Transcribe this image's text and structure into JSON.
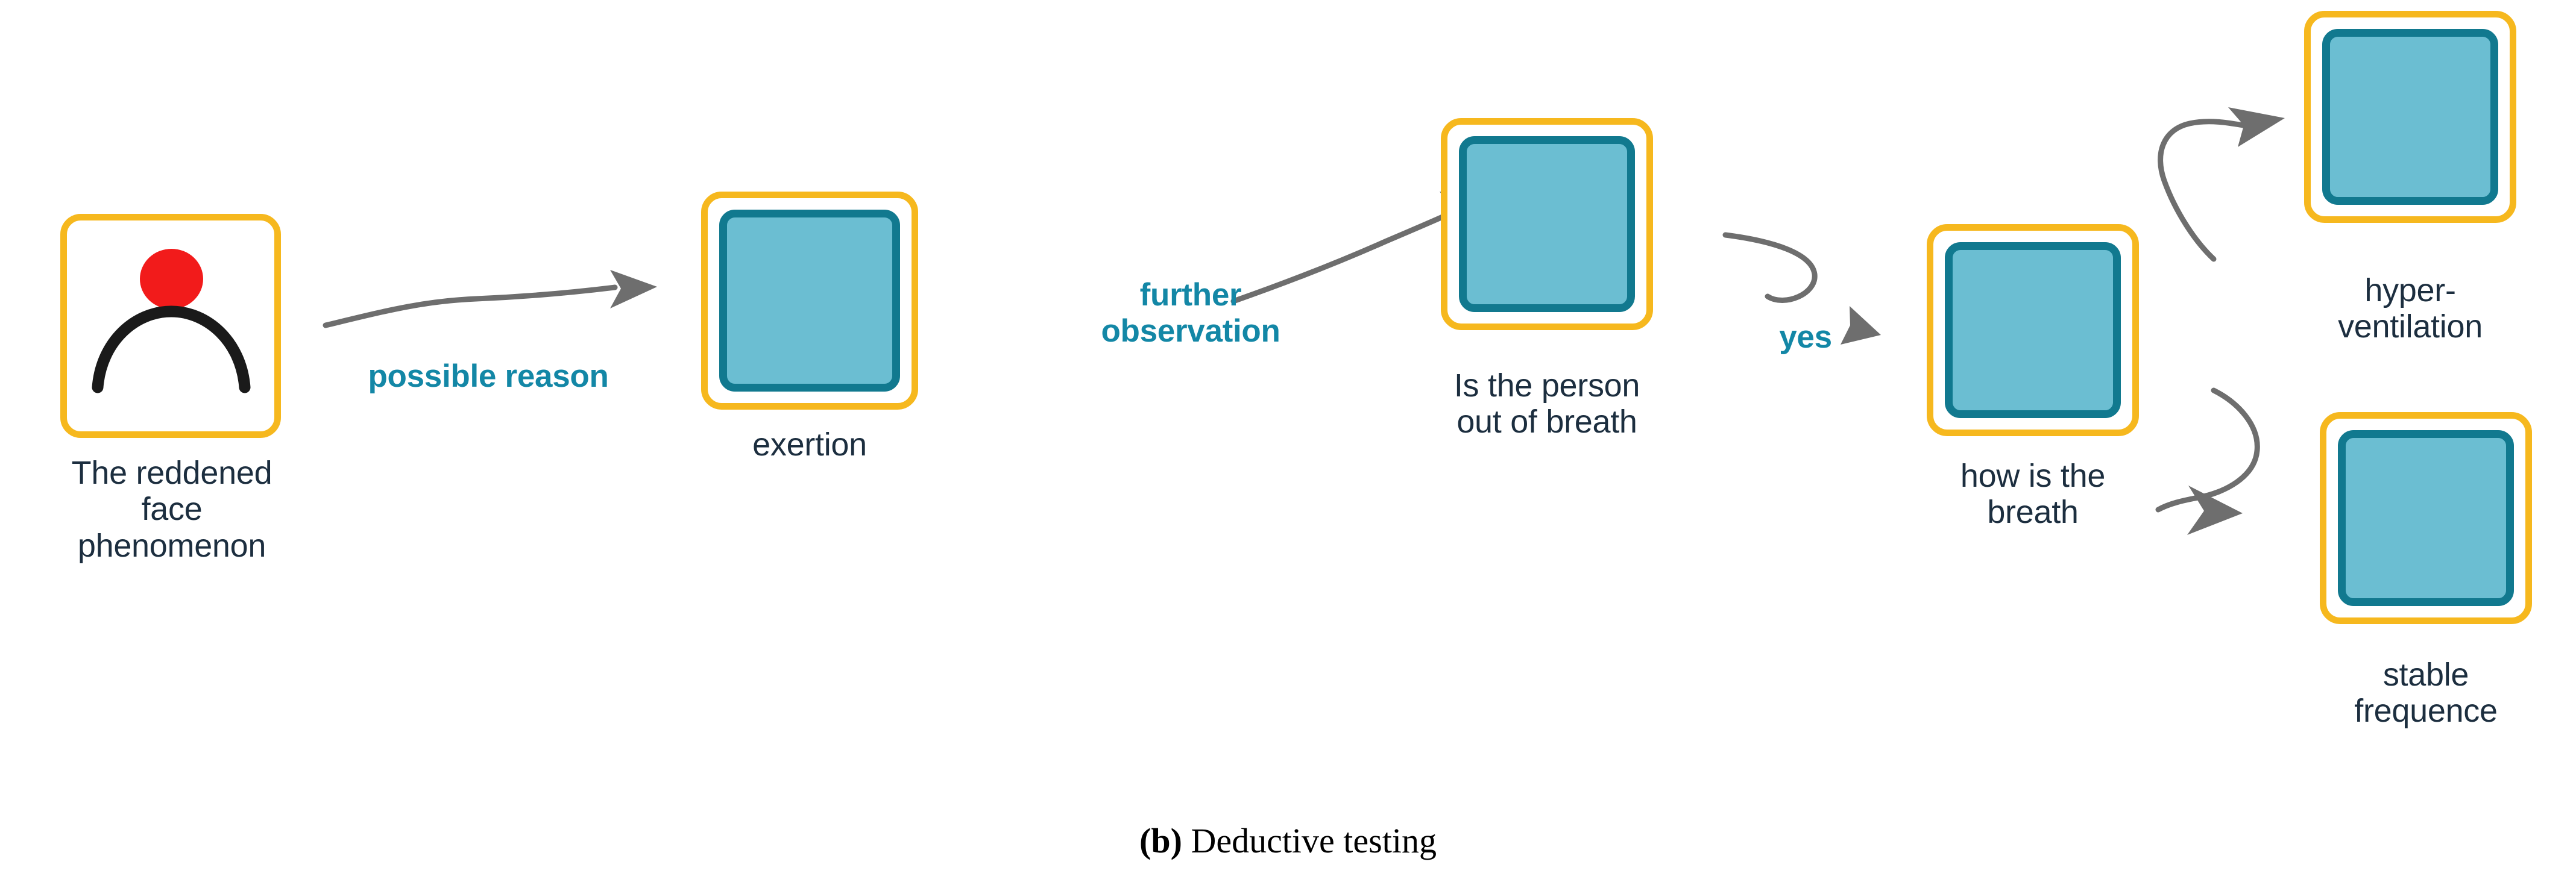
{
  "figure": {
    "caption_prefix": "(b)",
    "caption_text": " Deductive testing"
  },
  "colors": {
    "node_outline": "#F6B81E",
    "node_fill": "#6BBED2",
    "node_border": "#11798F",
    "label_text": "#1C2E3F",
    "edge_label_text": "#1387A6",
    "arrow": "#6E6E6E",
    "face_red": "#F21B1B",
    "background": "#FFFFFF"
  },
  "nodes": [
    {
      "id": "reddened-face",
      "label": "The reddened\nface\nphenomenon",
      "icon": "person-red-face-icon",
      "type": "icon-node"
    },
    {
      "id": "exertion",
      "label": "exertion",
      "type": "filled-node"
    },
    {
      "id": "out-of-breath",
      "label": "Is the person\nout of breath",
      "type": "filled-node"
    },
    {
      "id": "how-is-the-breath",
      "label": "how is the\nbreath",
      "type": "filled-node"
    },
    {
      "id": "hyperventilation",
      "label": "hyper-\nventilation",
      "type": "filled-node"
    },
    {
      "id": "stable-frequence",
      "label": "stable\nfrequence",
      "type": "filled-node"
    }
  ],
  "edges": [
    {
      "id": "e1",
      "from": "reddened-face",
      "to": "exertion",
      "label": "possible reason"
    },
    {
      "id": "e2",
      "from": "exertion",
      "to": "out-of-breath",
      "label": "further\nobservation"
    },
    {
      "id": "e3",
      "from": "out-of-breath",
      "to": "how-is-the-breath",
      "label": "yes"
    },
    {
      "id": "e4",
      "from": "how-is-the-breath",
      "to": "hyperventilation",
      "label": ""
    },
    {
      "id": "e5",
      "from": "how-is-the-breath",
      "to": "stable-frequence",
      "label": ""
    }
  ]
}
